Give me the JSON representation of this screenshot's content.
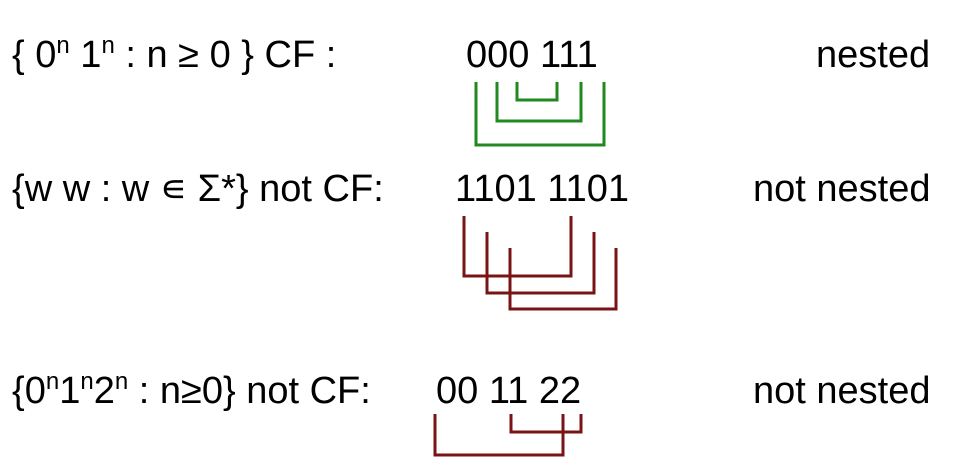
{
  "rows": [
    {
      "lang_prefix": "{ 0",
      "sup1": "n",
      "mid1": " 1",
      "sup2": "n",
      "lang_suffix": " : n ≥ 0 } CF :",
      "string": "000 111",
      "verdict": "nested"
    },
    {
      "lang": "{w w : w ∊ Σ*} not CF:",
      "string": "1101 1101",
      "verdict": "not nested"
    },
    {
      "lang_prefix": "{0",
      "sup1": "n",
      "mid1": "1",
      "sup2": "n",
      "mid2": "2",
      "sup3": "n",
      "lang_suffix": " : n≥0} not CF:",
      "string": "00 11 22",
      "verdict": "not nested"
    }
  ],
  "colors": {
    "nested_bracket": "#1f8a1f",
    "crossing_bracket": "#7a1414"
  }
}
